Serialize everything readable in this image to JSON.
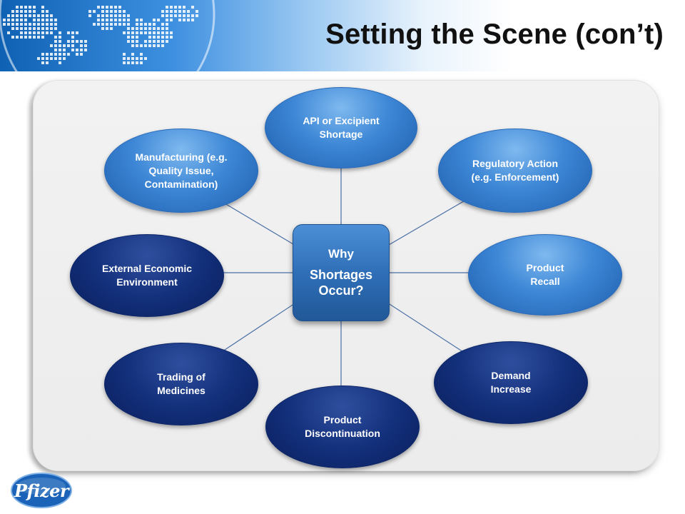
{
  "slide": {
    "title": "Setting the Scene (con’t)"
  },
  "diagram": {
    "center": {
      "line1": "Why",
      "line2": "Shortages\nOccur?"
    },
    "causes": [
      {
        "id": "api",
        "label": "API or Excipient\nShortage",
        "style": "light"
      },
      {
        "id": "regulatory",
        "label": "Regulatory Action\n(e.g. Enforcement)",
        "style": "light"
      },
      {
        "id": "recall",
        "label": "Product\nRecall",
        "style": "light"
      },
      {
        "id": "demand",
        "label": "Demand\nIncrease",
        "style": "dark"
      },
      {
        "id": "discontinuation",
        "label": "Product\nDiscontinuation",
        "style": "dark"
      },
      {
        "id": "trading",
        "label": "Trading of\nMedicines",
        "style": "dark"
      },
      {
        "id": "economic",
        "label": "External Economic\nEnvironment",
        "style": "dark"
      },
      {
        "id": "manufacturing",
        "label": "Manufacturing (e.g.\nQuality Issue,\nContamination)",
        "style": "light"
      }
    ]
  },
  "logo": {
    "wordmark": "Pfizer"
  },
  "colors": {
    "light_node": "#2f75c8",
    "dark_node": "#13307c",
    "center_box": "#2f6fb8",
    "connector": "#4a6fa5"
  }
}
